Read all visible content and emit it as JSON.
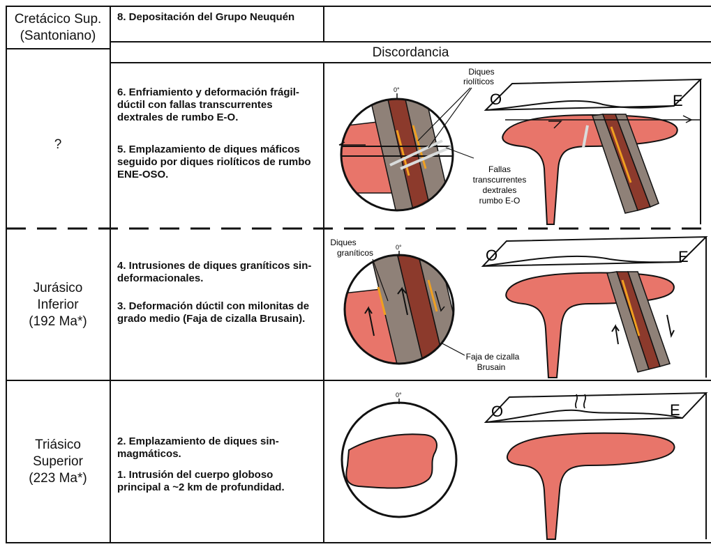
{
  "rows": [
    {
      "epoch_lines": [
        "Cretácico Sup.",
        "(Santoniano)"
      ],
      "events": [
        "8. Depositación del Grupo Neuquén"
      ]
    },
    {
      "band_label": "Discordancia"
    },
    {
      "epoch_lines": [
        "?"
      ],
      "events": [
        "6. Enfriamiento y deformación frágil-dúctil con fallas transcurrentes dextrales de rumbo E-O.",
        "5. Emplazamiento de diques máficos seguido por diques riolíticos de rumbo ENE-OSO."
      ],
      "diagram": {
        "labels": [
          "Diques riolíticos",
          "Fallas transcurrentes dextrales rumbo E-O"
        ],
        "north_mark": "0°",
        "west": "O",
        "east": "E"
      }
    },
    {
      "epoch_lines": [
        "Jurásico",
        "Inferior",
        "(192 Ma*)"
      ],
      "events": [
        "4. Intrusiones de diques graníticos sin-deformacionales.",
        "3. Deformación dúctil con milonitas de grado medio (Faja de cizalla Brusain)."
      ],
      "diagram": {
        "labels": [
          "Diques graníticos",
          "Faja de cizalla Brusain"
        ],
        "north_mark": "0°",
        "west": "O",
        "east": "E"
      }
    },
    {
      "epoch_lines": [
        "Triásico",
        "Superior",
        "(223 Ma*)"
      ],
      "events": [
        "2. Emplazamiento de diques sin-magmáticos.",
        "1. Intrusión del cuerpo globoso principal a ~2 km de profundidad."
      ],
      "diagram": {
        "north_mark": "0°",
        "west": "O",
        "east": "E"
      }
    }
  ],
  "colors": {
    "granite": "#e8756a",
    "dike_gray": "#8f8178",
    "dike_brown": "#8c3a2c",
    "dike_orange": "#f0a020",
    "rhyolite": "#d9dcdc",
    "line": "#111111"
  }
}
